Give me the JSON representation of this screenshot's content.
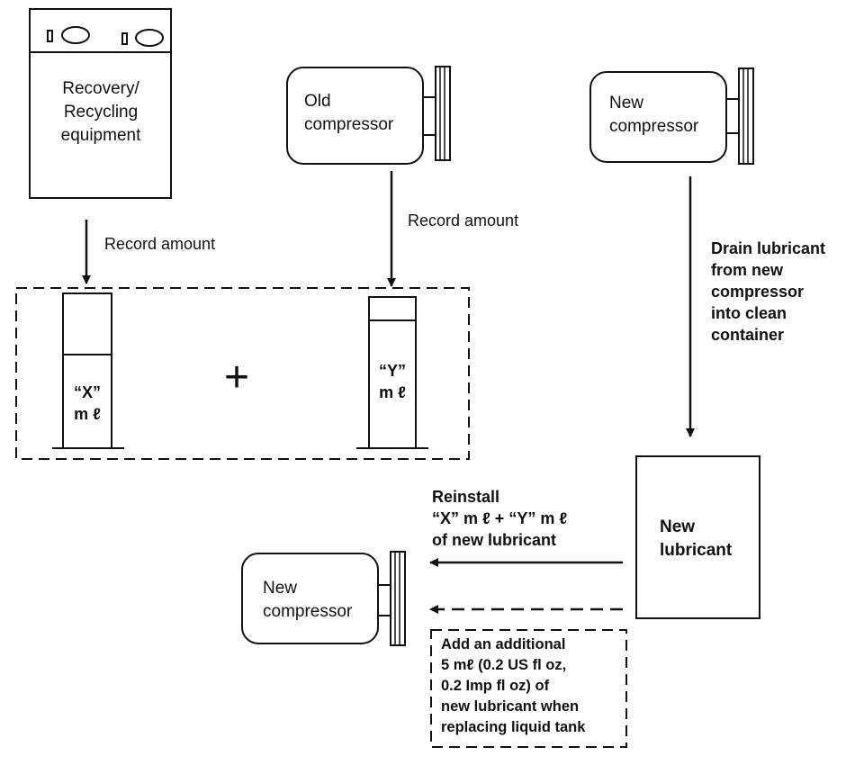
{
  "recovery_equipment": {
    "label": "Recovery/\nRecycling\nequipment"
  },
  "old_compressor": {
    "label": "Old\ncompressor"
  },
  "new_compressor_top": {
    "label": "New\ncompressor"
  },
  "new_compressor_bottom": {
    "label": "New\ncompressor"
  },
  "arrows": {
    "record_amount_left": "Record amount",
    "record_amount_right": "Record amount",
    "drain": "Drain lubricant\nfrom new\ncompressor\ninto clean\ncontainer",
    "reinstall": "Reinstall\n“X” m ℓ + “Y” m ℓ\nof new lubricant"
  },
  "containers": {
    "x_label": "“X”\nm ℓ",
    "y_label": "“Y”\nm ℓ",
    "plus": "+"
  },
  "new_lubricant": {
    "label": "New\nlubricant"
  },
  "note": {
    "text": "Add an additional\n5 mℓ (0.2 US fl oz,\n0.2 Imp fl oz) of\nnew lubricant when\nreplacing liquid tank"
  }
}
